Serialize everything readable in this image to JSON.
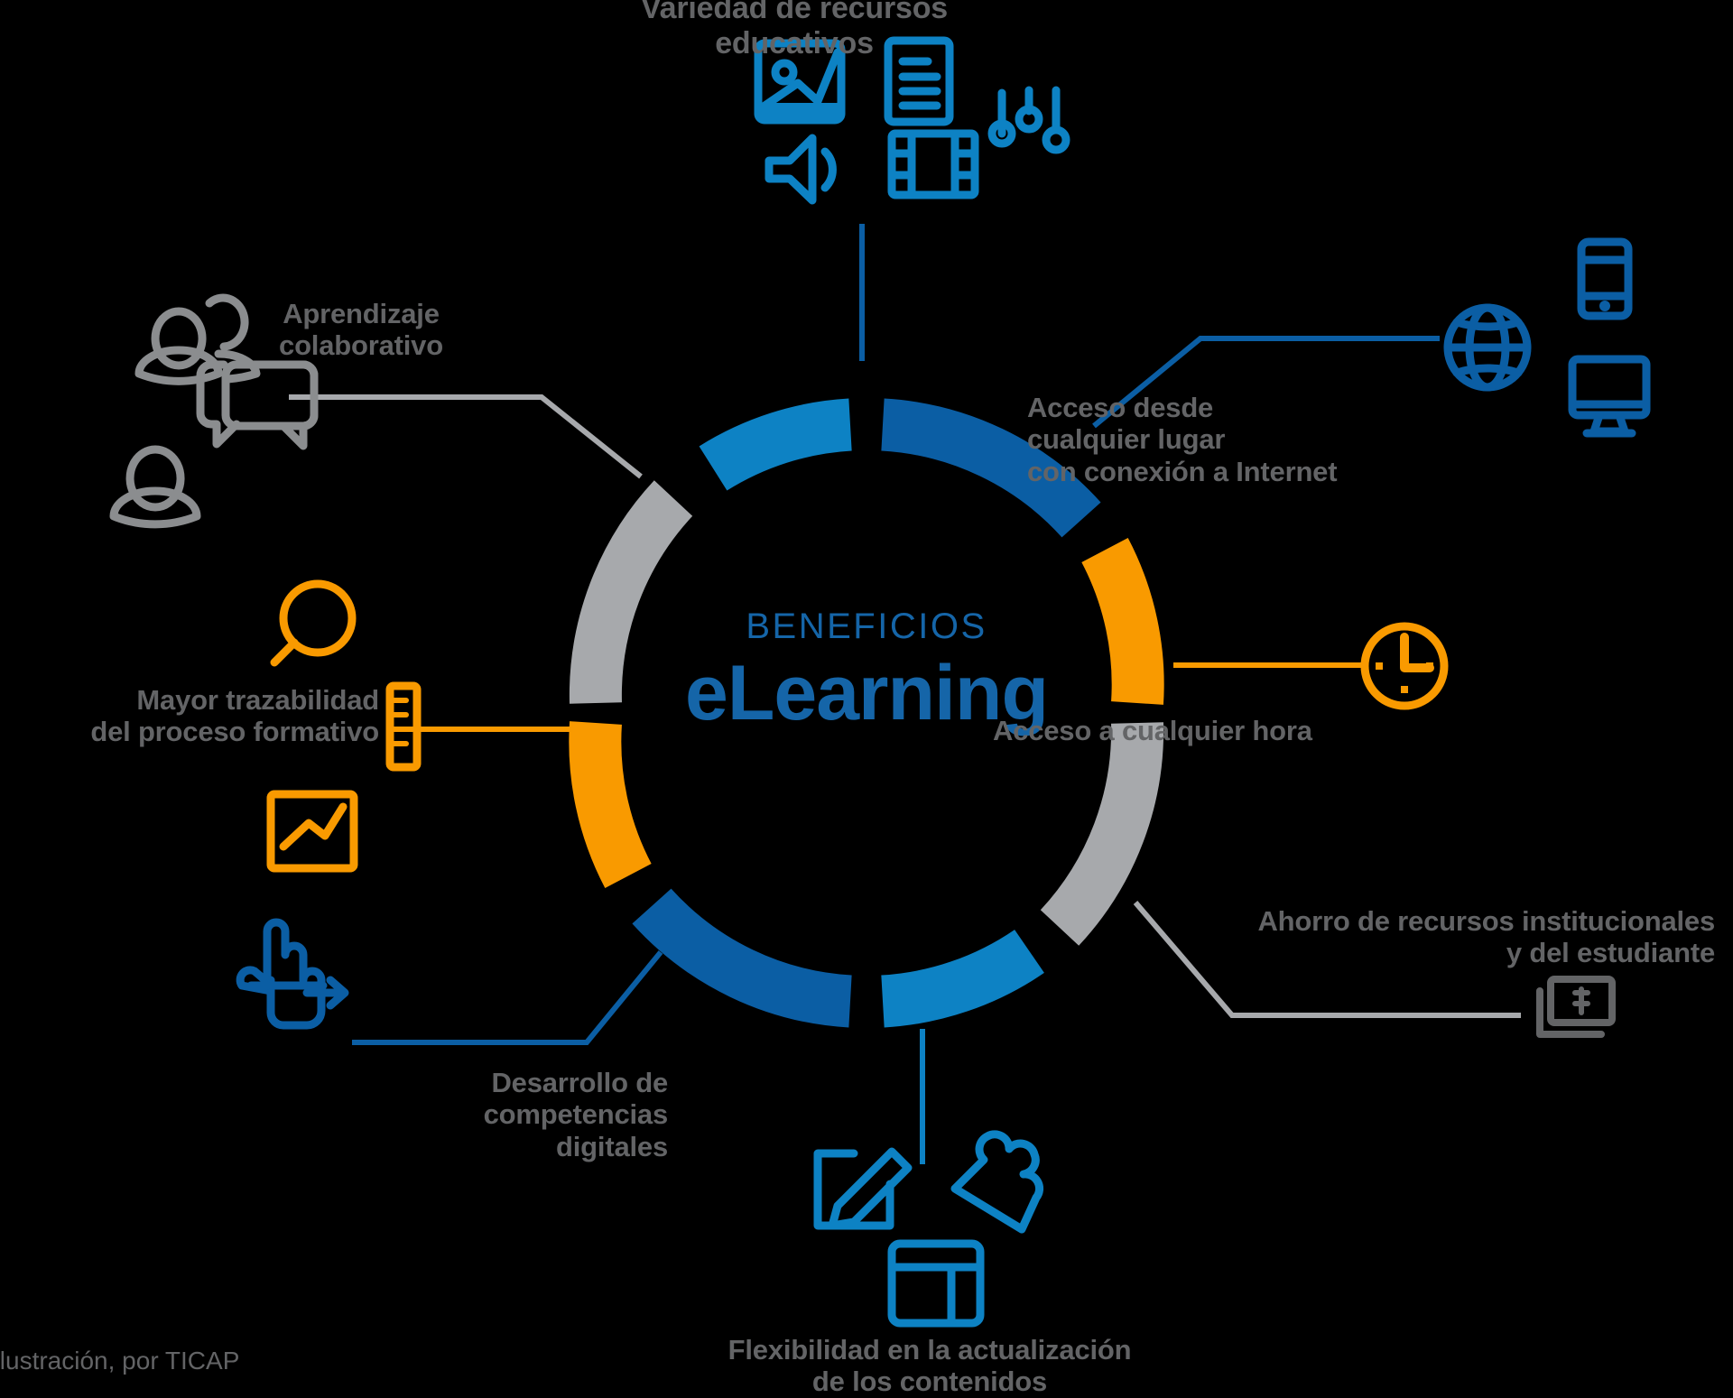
{
  "center": {
    "kicker": "BENEFICIOS",
    "title": "eLearning",
    "kicker_color": "#1565a8",
    "title_color": "#1565a8"
  },
  "credit": "Ilustración, por TICAP",
  "palette": {
    "background": "#000000",
    "light_blue": "#0d82c4",
    "dark_blue": "#0b5ea4",
    "orange": "#f99a00",
    "gray": "#a7a9ac",
    "text_gray": "#636466"
  },
  "benefits": [
    {
      "id": "variedad",
      "label": "Variedad de recursos\neducativos",
      "line1": "Variedad de recursos",
      "line2": "educativos",
      "position": "top",
      "segment_color": "#0d82c4",
      "connector_color": "#0b5ea4",
      "icons": [
        "image-icon",
        "document-icon",
        "sliders-icon",
        "speaker-icon",
        "film-icon"
      ]
    },
    {
      "id": "acceso-lugar",
      "label": "Acceso desde cualquier lugar con conexión a Internet",
      "line1": "Acceso desde",
      "line2": "cualquier lugar",
      "line3": "con conexión a Internet",
      "position": "top-right",
      "segment_color": "#0b5ea4",
      "connector_color": "#0b5ea4",
      "icons": [
        "globe-icon",
        "smartphone-icon",
        "desktop-monitor-icon"
      ]
    },
    {
      "id": "acceso-hora",
      "label": "Acceso a cualquier hora",
      "line1": "Acceso a cualquier hora",
      "position": "right",
      "segment_color": "#f99a00",
      "connector_color": "#f99a00",
      "icons": [
        "clock-icon"
      ]
    },
    {
      "id": "ahorro",
      "label": "Ahorro de recursos institucionales y del estudiante",
      "line1": "Ahorro de recursos institucionales",
      "line2": "y del estudiante",
      "position": "bottom-right",
      "segment_color": "#a7a9ac",
      "connector_color": "#a7a9ac",
      "icons": [
        "money-bill-icon"
      ]
    },
    {
      "id": "flexibilidad",
      "label": "Flexibilidad en la actualización de los contenidos",
      "line1": "Flexibilidad en la actualización",
      "line2": "de los contenidos",
      "position": "bottom",
      "segment_color": "#0d82c4",
      "connector_color": "#0d82c4",
      "icons": [
        "edit-pencil-icon",
        "puzzle-icon",
        "layout-icon"
      ]
    },
    {
      "id": "desarrollo",
      "label": "Desarrollo de competencias digitales",
      "line1": "Desarrollo de",
      "line2": "competencias",
      "line3": "digitales",
      "position": "bottom-left",
      "segment_color": "#0b5ea4",
      "connector_color": "#0b5ea4",
      "icons": [
        "swipe-hand-icon"
      ]
    },
    {
      "id": "trazabilidad",
      "label": "Mayor trazabilidad del proceso formativo",
      "line1": "Mayor trazabilidad",
      "line2": "del proceso formativo",
      "position": "left",
      "segment_color": "#f99a00",
      "connector_color": "#f99a00",
      "icons": [
        "magnifier-icon",
        "ruler-icon",
        "line-chart-icon"
      ]
    },
    {
      "id": "colaborativo",
      "label": "Aprendizaje colaborativo",
      "line1": "Aprendizaje",
      "line2": "colaborativo",
      "position": "top-left",
      "segment_color": "#a7a9ac",
      "connector_color": "#a7a9ac",
      "icons": [
        "users-icon",
        "chat-bubbles-icon",
        "user-icon"
      ]
    }
  ]
}
